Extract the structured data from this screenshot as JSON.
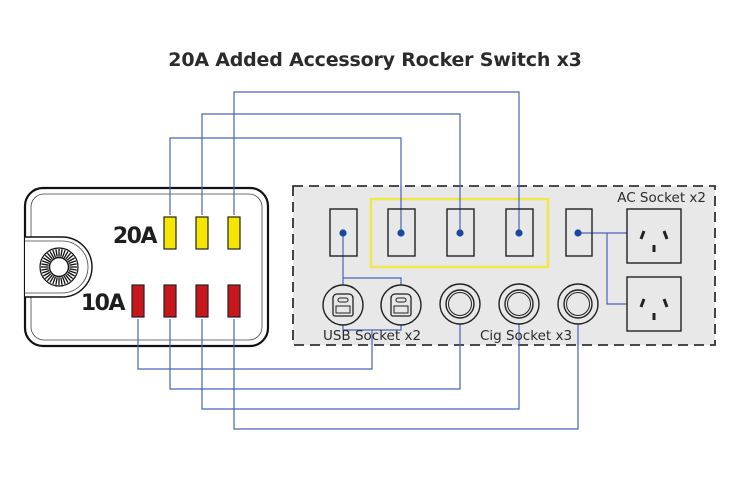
{
  "title": "20A Added Accessory Rocker Switch x3",
  "fuse_box": {
    "row_20a_label": "20A",
    "row_10a_label": "10A",
    "row_20a_count": 3,
    "row_10a_count": 4,
    "colors": {
      "fuse_20a": "#f5e600",
      "fuse_10a": "#c8161d"
    }
  },
  "panel": {
    "switch_count": 5,
    "highlighted_switch_count": 3,
    "usb_label": "USB Socket x2",
    "cig_label": "Cig Socket x3",
    "ac_label": "AC Socket x2",
    "colors": {
      "highlight": "#f1e64a",
      "wire": "#4a63b8",
      "dot": "#1a47a0",
      "panel_bg": "#e8e8e8"
    }
  },
  "wiring": [
    {
      "from": "20A fuse 1",
      "to": "Switch 2"
    },
    {
      "from": "20A fuse 2",
      "to": "Switch 3"
    },
    {
      "from": "20A fuse 3",
      "to": "Switch 4"
    },
    {
      "from": "10A fuse 1",
      "to": "USB Socket x2"
    },
    {
      "from": "10A fuse 2",
      "to": "Cig Socket 1"
    },
    {
      "from": "10A fuse 3",
      "to": "Cig Socket 2"
    },
    {
      "from": "10A fuse 4",
      "to": "Cig Socket 3"
    },
    {
      "from": "Switch 1",
      "to": "USB Socket x2"
    },
    {
      "from": "Switch 5",
      "to": "AC Socket x2"
    }
  ]
}
